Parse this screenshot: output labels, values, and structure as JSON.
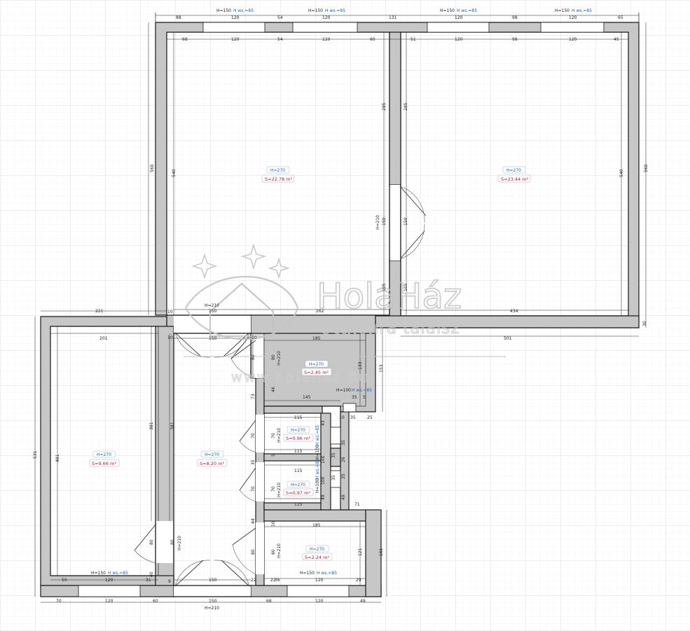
{
  "watermark": {
    "brand": "HolaHáz",
    "tagline": "Otthonra találsz",
    "url": "www.holahaz.hu"
  },
  "rooms": [
    {
      "id": "room-1",
      "height": "H=270",
      "area": "S=22.78 m²"
    },
    {
      "id": "room-2",
      "height": "H=270",
      "area": "S=23.44 m²"
    },
    {
      "id": "room-3",
      "height": "H=270",
      "area": "S=9.66 m²"
    },
    {
      "id": "room-4",
      "height": "H=270",
      "area": "S=8.20 m²"
    },
    {
      "id": "room-5",
      "height": "H=270",
      "area": "S=2.45 m²"
    },
    {
      "id": "room-6",
      "height": "H=270",
      "area": "S=0.96 m²"
    },
    {
      "id": "room-7",
      "height": "H=270",
      "area": "S=0.97 m²"
    },
    {
      "id": "room-8",
      "height": "H=270",
      "area": "S=2.24 m²"
    }
  ],
  "window_labels": [
    {
      "h": "H=150",
      "ws": "H ws.=85"
    },
    {
      "h": "H=150",
      "ws": "H ws.=85"
    },
    {
      "h": "H=150",
      "ws": "H ws.=85"
    },
    {
      "h": "H=150",
      "ws": "H ws.=85"
    },
    {
      "h": "H=150",
      "ws": "H ws.=85"
    },
    {
      "h": "H=150",
      "ws": "H ws.=85"
    },
    {
      "h": "H=100",
      "ws": "H ws.=85"
    },
    {
      "h": "H=100",
      "ws": "H ws.=85"
    },
    {
      "h": "H=100",
      "ws": "H ws.=85"
    }
  ],
  "door_labels": [
    "H=210",
    "H=210",
    "H=210",
    "H=210",
    "H=210",
    "H=210",
    "H=210"
  ],
  "dimensions": {
    "top_outer": [
      "88",
      "120",
      "54",
      "120",
      "131",
      "120",
      "98",
      "120",
      "65"
    ],
    "top_inner": [
      "68",
      "120",
      "54",
      "120",
      "60",
      "51",
      "120",
      "98",
      "120",
      "45"
    ],
    "left_upper_outer": "560",
    "left_upper_inner": "540",
    "mid_wall_left": [
      "285",
      "150",
      "105"
    ],
    "mid_wall_right": [
      "285",
      "150",
      "105"
    ],
    "right_outer": "560",
    "right_inner": "540",
    "bottom_room1": "262",
    "bottom_room2": "434",
    "bottom_upper_total": "501",
    "right_wall_thickness": "30",
    "wing_top_outer": "221",
    "wing_top_inner": "201",
    "wing_wall_left": "10",
    "wing_wall_left_b": "10",
    "door_corridor": "150",
    "left_outer": "531",
    "left_inner": "481",
    "room3_height": "381",
    "hall_height": "381",
    "hall_door_side": "80",
    "hall_door_side_b": "80",
    "hall_bottom_gap": "40",
    "hall_bottom_gap_b": "9",
    "room5_top": "185",
    "room5_wall": "10",
    "room5_right": "133",
    "room5_right_outer": "153",
    "room5_left": [
      "80",
      "80",
      "46",
      "73"
    ],
    "room5_bottom": "145",
    "room5_small": [
      "35",
      "5",
      "10",
      "35",
      "25"
    ],
    "room6_top": "115",
    "room6_mid": "115",
    "room6_sides": [
      "70",
      "70",
      "35",
      "5",
      "43",
      "35",
      "26",
      "35"
    ],
    "room7_top": "115",
    "room7_bottom": "115",
    "room7_sides": [
      "70",
      "70",
      "35",
      "49",
      "35",
      "100",
      "100"
    ],
    "room7_right": [
      "49",
      "71"
    ],
    "room8_top": "185",
    "room8_left": [
      "44",
      "10",
      "80",
      "80"
    ],
    "room8_right": [
      "121",
      "161"
    ],
    "room8_bottom": [
      "36",
      "120",
      "29",
      "22",
      "22"
    ],
    "room3_bottom": [
      "50",
      "120",
      "31"
    ],
    "bottom_outer": [
      "70",
      "120",
      "60",
      "150",
      "68",
      "120",
      "49"
    ],
    "hall_bottom_door": "150"
  }
}
